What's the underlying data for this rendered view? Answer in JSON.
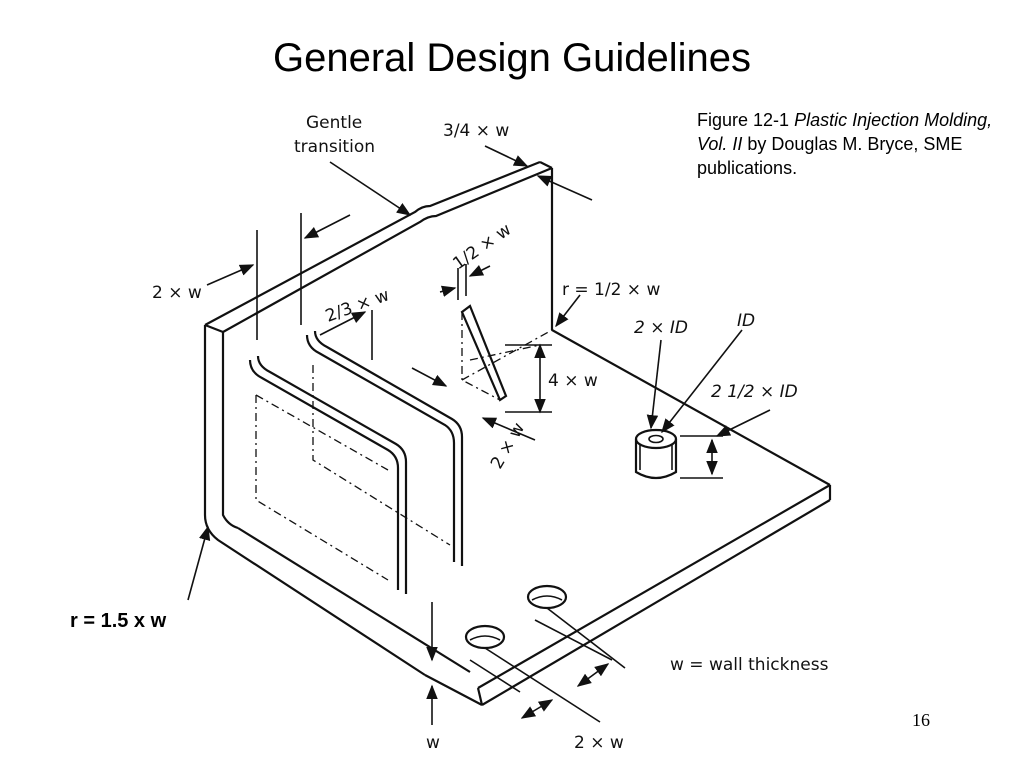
{
  "slide": {
    "title": "General Design Guidelines",
    "page_number": "16"
  },
  "caption": {
    "prefix": "Figure 12-1 ",
    "book_title": "Plastic Injection Molding, Vol. II",
    "suffix": " by Douglas M. Bryce, SME publications."
  },
  "callout": {
    "corner_radius": "r = 1.5 x w"
  },
  "diagram": {
    "labels": {
      "gentle_line1": "Gentle",
      "gentle_line2": "transition",
      "top_thickness": "3/4 × w",
      "rib_base_2w": "2 × w",
      "rib_two_thirds": "2/3 × w",
      "rib_half": "1/2 × w",
      "fillet_radius": "r = 1/2 × w",
      "gusset_height": "4 × w",
      "gusset_base": "2 × w",
      "boss_2id": "2 × ID",
      "boss_id": "ID",
      "boss_height": "2 1/2 × ID",
      "wall_thickness": "w = wall thickness",
      "base_w": "w",
      "hole_spacing": "2 × w"
    }
  }
}
